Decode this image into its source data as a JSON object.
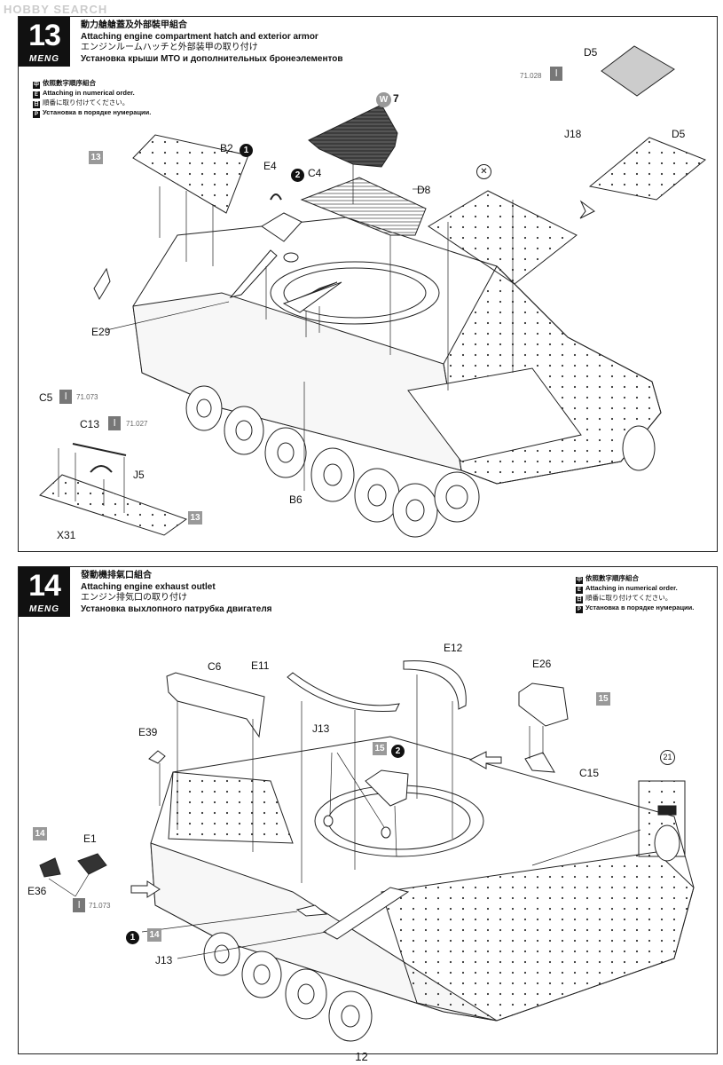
{
  "watermark": "HOBBY SEARCH",
  "page_number": "12",
  "step13": {
    "number": "13",
    "brand": "MENG",
    "title_cn": "動力艙艙蓋及外部裝甲組合",
    "title_en": "Attaching engine compartment hatch and exterior armor",
    "title_jp": "エンジンルームハッチと外部装甲の取り付け",
    "title_ru": "Установка крыши МТО и дополнительных бронеэлементов",
    "order_cn": "依照數字順序組合",
    "order_en": "Attaching in numerical order.",
    "order_jp": "順番に取り付けてください。",
    "order_ru": "Установка в порядке нумерации.",
    "labels": {
      "b2": "B2",
      "e4": "E4",
      "c4": "C4",
      "d8": "D8",
      "d5a": "D5",
      "d5b": "D5",
      "j18": "J18",
      "e29": "E29",
      "b6": "B6",
      "c5": "C5",
      "c13": "C13",
      "j5": "J5",
      "x31": "X31",
      "w": "W",
      "w_num": "7",
      "num1": "1",
      "num2": "2",
      "ref13a": "13",
      "ref13b": "13"
    },
    "paint_refs": {
      "d5": "71.028",
      "c5": "71.073",
      "c13": "71.027"
    }
  },
  "step14": {
    "number": "14",
    "brand": "MENG",
    "title_cn": "發動機排氣口組合",
    "title_en": "Attaching engine exhaust outlet",
    "title_jp": "エンジン排気口の取り付け",
    "title_ru": "Установка выхлопного патрубка двигателя",
    "order_cn": "依照數字順序組合",
    "order_en": "Attaching in numerical order.",
    "order_jp": "順番に取り付けてください。",
    "order_ru": "Установка в порядке нумерации.",
    "labels": {
      "c6": "C6",
      "e11": "E11",
      "e12": "E12",
      "e26": "E26",
      "e39": "E39",
      "j13a": "J13",
      "j13b": "J13",
      "c15": "C15",
      "e1": "E1",
      "e36": "E36",
      "num1": "1",
      "num2": "2",
      "ref14a": "14",
      "ref14b": "14",
      "ref15a": "15",
      "ref15b": "15",
      "ref21": "21"
    },
    "paint_refs": {
      "e1": "71.073"
    }
  },
  "colors": {
    "ink": "#111111",
    "grey_tag": "#999999",
    "part_grey": "#666666"
  }
}
